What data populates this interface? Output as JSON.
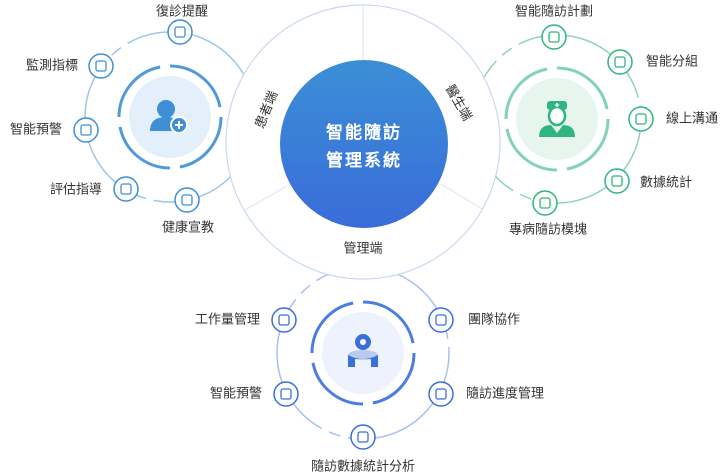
{
  "center": {
    "line1": "智能隨訪",
    "line2": "管理系統"
  },
  "segments": {
    "patient": "患者端",
    "doctor": "醫生端",
    "admin": "管理端"
  },
  "colors": {
    "patient": "#3d8fd8",
    "doctor": "#2fb57f",
    "admin": "#3a6fdc",
    "center_top": "#3b8fd6",
    "center_bottom": "#3a6cd9"
  },
  "patient": {
    "icon": "patient-plus-icon",
    "nodes": [
      {
        "label": "復診提醒",
        "icon": "bell-icon"
      },
      {
        "label": "監測指標",
        "icon": "monitor-chart-icon"
      },
      {
        "label": "智能預警",
        "icon": "warning-triangle-icon"
      },
      {
        "label": "評估指導",
        "icon": "shield-icon"
      },
      {
        "label": "健康宣教",
        "icon": "edit-icon"
      }
    ]
  },
  "doctor": {
    "icon": "doctor-icon",
    "nodes": [
      {
        "label": "智能隨訪計劃",
        "icon": "calendar-icon"
      },
      {
        "label": "智能分組",
        "icon": "layers-icon"
      },
      {
        "label": "線上溝通",
        "icon": "chat-icon"
      },
      {
        "label": "數據統計",
        "icon": "pie-chart-icon"
      },
      {
        "label": "專病隨訪模塊",
        "icon": "clipboard-icon"
      }
    ]
  },
  "admin": {
    "icon": "gear-database-icon",
    "nodes": [
      {
        "label": "工作量管理",
        "icon": "list-icon"
      },
      {
        "label": "團隊協作",
        "icon": "team-icon"
      },
      {
        "label": "智能預警",
        "icon": "alert-circle-icon"
      },
      {
        "label": "隨訪進度管理",
        "icon": "sliders-icon"
      },
      {
        "label": "隨訪數據統計分析",
        "icon": "dashboard-icon"
      }
    ]
  }
}
